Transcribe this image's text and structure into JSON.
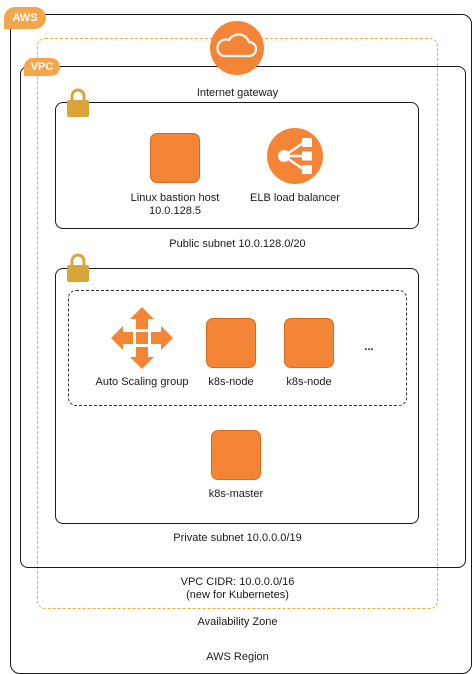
{
  "aws": {
    "tag": "AWS",
    "bottom_label": "AWS Region"
  },
  "vpc": {
    "tag": "VPC",
    "cidr": "VPC CIDR: 10.0.0.0/16",
    "cidr_note": "(new for Kubernetes)"
  },
  "availability_zone": {
    "label": "Availability Zone"
  },
  "internet_gateway": {
    "label": "Internet gateway"
  },
  "public_subnet": {
    "label": "Public subnet 10.0.128.0/20",
    "bastion": {
      "line1": "Linux bastion host",
      "line2": "10.0.128.5"
    },
    "elb": {
      "label": "ELB load balancer"
    }
  },
  "private_subnet": {
    "label": "Private subnet 10.0.0.0/19",
    "autoscaling": {
      "label": "Auto Scaling group"
    },
    "nodes": [
      {
        "label": "k8s-node"
      },
      {
        "label": "k8s-node"
      }
    ],
    "ellipsis": "...",
    "master": {
      "label": "k8s-master"
    }
  },
  "colors": {
    "aws_orange": "#f58536",
    "tag_orange": "#f3a64b",
    "border_dark": "#1a1a1a",
    "az_dashed": "#f2a93b",
    "lock_gold": "#d9a43a"
  }
}
